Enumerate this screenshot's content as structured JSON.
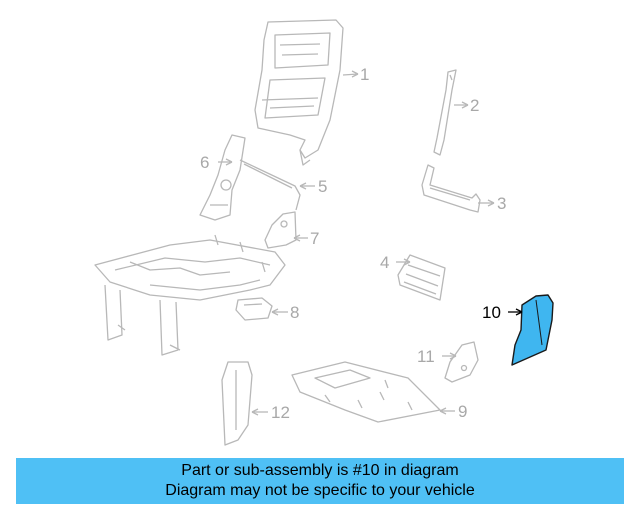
{
  "diagram": {
    "highlight_color": "#3fb6f0",
    "line_color": "#b8b8b8",
    "callouts": [
      {
        "id": "1",
        "label": "1"
      },
      {
        "id": "2",
        "label": "2"
      },
      {
        "id": "3",
        "label": "3"
      },
      {
        "id": "4",
        "label": "4"
      },
      {
        "id": "5",
        "label": "5"
      },
      {
        "id": "6",
        "label": "6"
      },
      {
        "id": "7",
        "label": "7"
      },
      {
        "id": "8",
        "label": "8"
      },
      {
        "id": "9",
        "label": "9"
      },
      {
        "id": "10",
        "label": "10"
      },
      {
        "id": "11",
        "label": "11"
      },
      {
        "id": "12",
        "label": "12"
      }
    ],
    "highlighted_part": "10"
  },
  "banner": {
    "line1": "Part or sub-assembly is #10 in diagram",
    "line2": "Diagram may not be specific to your vehicle"
  }
}
